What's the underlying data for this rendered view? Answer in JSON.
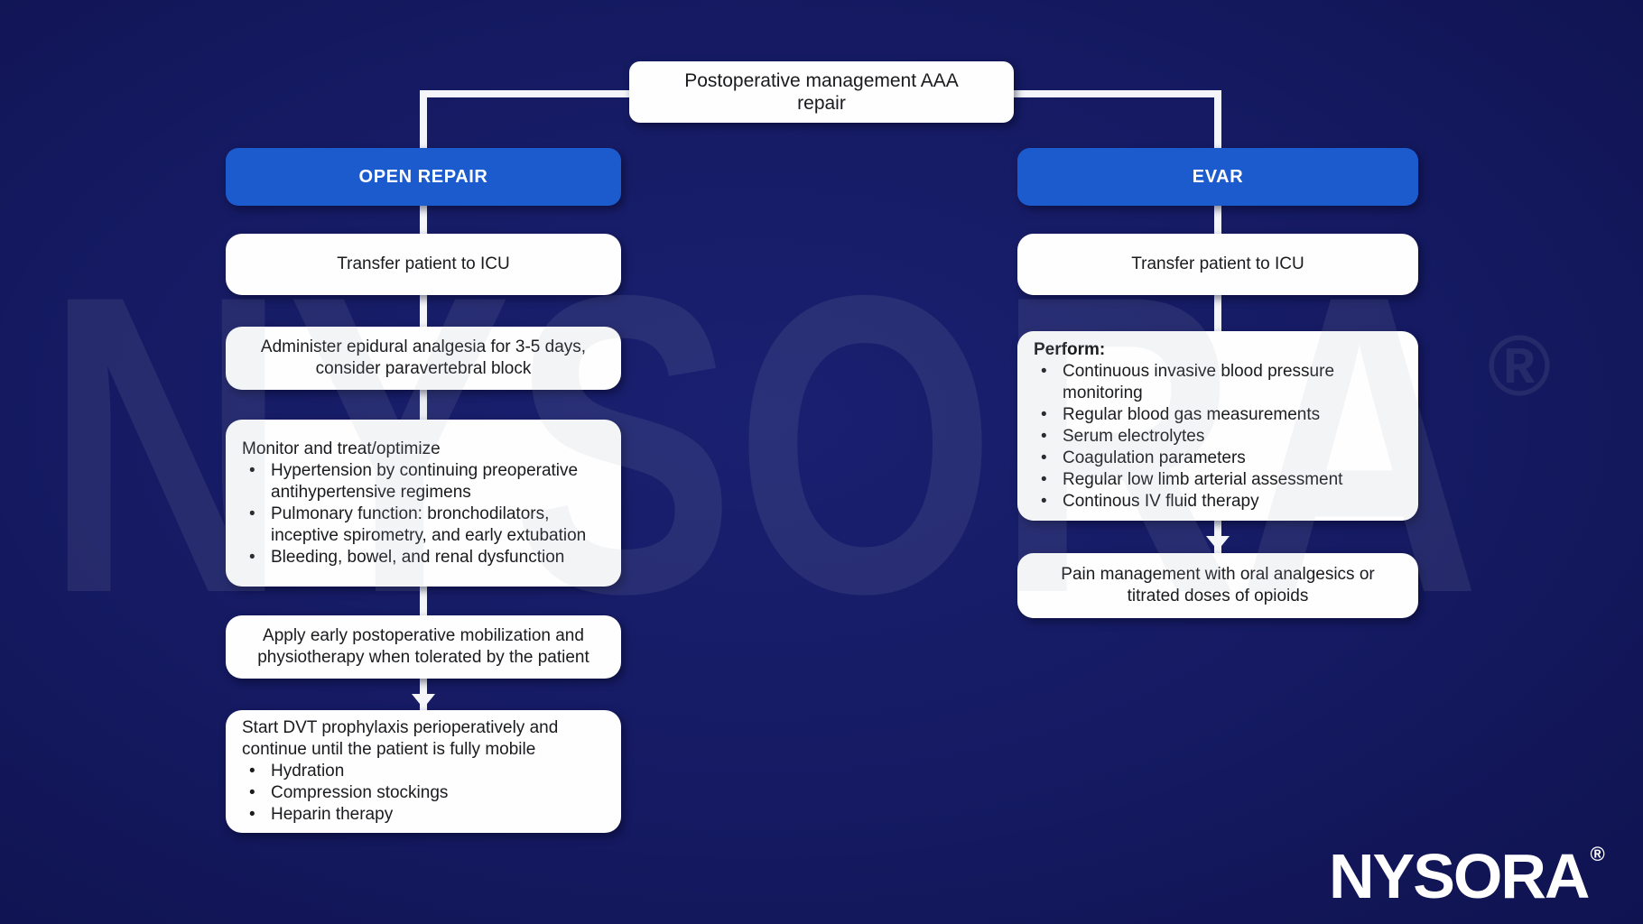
{
  "diagram": {
    "title": "Postoperative management AAA\nrepair",
    "colors": {
      "background": "#151a62",
      "branch_blue": "#1c5bce",
      "card_white": "#fefefe",
      "connector_white": "#f4f6fa",
      "text_dark": "#1a1b1e"
    },
    "open": {
      "label": "OPEN REPAIR",
      "icu": "Transfer patient to ICU",
      "epidural": "Administer epidural analgesia for 3-5 days,\nconsider paravertebral block",
      "monitor_lead": "Monitor and treat/optimize",
      "monitor_bullets": [
        "Hypertension by continuing preoperative antihypertensive regimens",
        "Pulmonary function: bronchodilators, inceptive spirometry, and early extubation",
        "Bleeding, bowel, and renal dysfunction"
      ],
      "mobilization": "Apply early postoperative mobilization and\nphysiotherapy when tolerated by the patient",
      "dvt_lead": "Start DVT prophylaxis perioperatively and\ncontinue until the patient is fully mobile",
      "dvt_bullets": [
        "Hydration",
        "Compression stockings",
        "Heparin therapy"
      ]
    },
    "evar": {
      "label": "EVAR",
      "icu": "Transfer patient to ICU",
      "perform_lead": "Perform:",
      "perform_bullets": [
        "Continuous invasive blood pressure monitoring",
        "Regular blood gas measurements",
        "Serum electrolytes",
        "Coagulation parameters",
        "Regular low limb arterial assessment",
        "Continous IV fluid therapy"
      ],
      "pain": "Pain management with oral analgesics or\ntitrated doses of opioids"
    },
    "watermark": {
      "text": "NYSORA",
      "reg": "®"
    },
    "logo": {
      "text": "NYSORA",
      "reg": "®"
    }
  }
}
